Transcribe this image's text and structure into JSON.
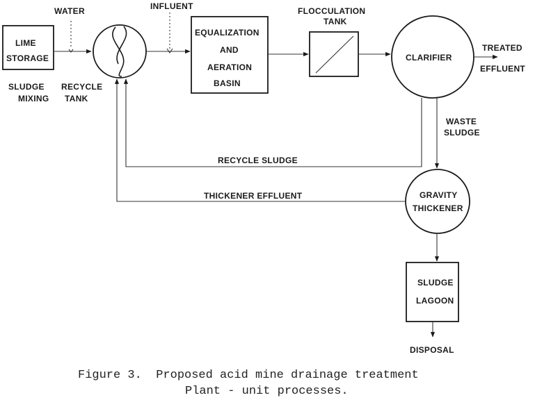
{
  "labels": {
    "water": "WATER",
    "influent": "INFLUENT",
    "flocculation_tank_1": "FLOCCULATION",
    "flocculation_tank_2": "TANK",
    "lime_1": "LIME",
    "lime_2": "STORAGE",
    "equalization_1": "EQUALIZATION",
    "equalization_2": "AND",
    "equalization_3": "AERATION",
    "equalization_4": "BASIN",
    "clarifier": "CLARIFIER",
    "treated_1": "TREATED",
    "treated_2": "EFFLUENT",
    "sludge_mixing_1": "SLUDGE",
    "sludge_mixing_2": "MIXING",
    "recycle_tank_1": "RECYCLE",
    "recycle_tank_2": "TANK",
    "waste_sludge_1": "WASTE",
    "waste_sludge_2": "SLUDGE",
    "recycle_sludge": "RECYCLE SLUDGE",
    "thickener_effluent": "THICKENER EFFLUENT",
    "gravity_1": "GRAVITY",
    "gravity_2": "THICKENER",
    "lagoon_1": "SLUDGE",
    "lagoon_2": "LAGOON",
    "disposal": "DISPOSAL"
  },
  "caption": {
    "line1": "Figure 3.  Proposed acid mine drainage treatment",
    "line2": "Plant - unit processes."
  }
}
